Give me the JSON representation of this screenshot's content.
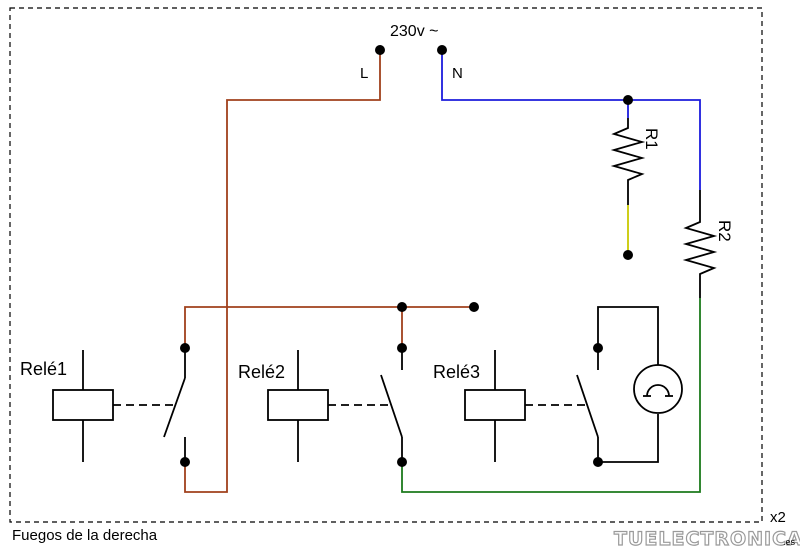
{
  "title": "230v ~",
  "terminals": {
    "line": "L",
    "neutral": "N"
  },
  "resistors": [
    {
      "label": "R1"
    },
    {
      "label": "R2"
    }
  ],
  "relays": [
    {
      "label": "Relé1"
    },
    {
      "label": "Relé2"
    },
    {
      "label": "Relé3"
    }
  ],
  "caption": "Fuegos de la derecha",
  "multiplier": "x2",
  "watermark": {
    "brand": "TUELECTRONICA",
    "suffix": ".es"
  },
  "colors": {
    "line_wire": "#a0401c",
    "neutral_wire": "#1c1cdc",
    "r1_wire": "#c8c800",
    "load_wire": "#1c7a1c",
    "black": "#000000",
    "watermark": "#9a9a9a"
  }
}
